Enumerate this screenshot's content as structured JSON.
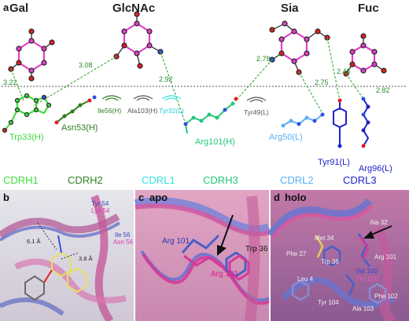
{
  "panel_a": {
    "letter": "a",
    "sugars": [
      "Gal",
      "GlcNAc",
      "Sia",
      "Fuc"
    ],
    "distances": [
      "3.22",
      "3.08",
      "2.92",
      "2.78",
      "2.75",
      "2.45",
      "2.82"
    ],
    "residues": {
      "trp33": "Trp33(H)",
      "asn53": "Asn53(H)",
      "ile56": "Ile56(H)",
      "ala103": "Ala103(H)",
      "tyr32": "Tyr32(L)",
      "arg101": "Arg101(H)",
      "tyr49": "Tyr49(L)",
      "arg50": "Arg50(L)",
      "tyr91": "Tyr91(L)",
      "arg96": "Arg96(L)"
    },
    "legend": [
      "CDRH1",
      "CDRH2",
      "CDRL1",
      "CDRH3",
      "CDRL2",
      "CDRL3"
    ]
  },
  "panel_b": {
    "letter": "b",
    "labels": [
      "Tyr 54",
      "Lys 54",
      "Ile 56",
      "Asn 56",
      "6.1 Å",
      "3.8 Å"
    ]
  },
  "panel_c": {
    "letter": "c",
    "title": "apo",
    "labels": [
      "Arg 101",
      "Arg 101",
      "Trp 36"
    ]
  },
  "panel_d": {
    "letter": "d",
    "title": "holo",
    "labels": [
      "Ala 32",
      "Met 34",
      "Phe 27",
      "Trp 36",
      "Arg 101",
      "Leu 4",
      "Val 100",
      "Thr 100",
      "Tyr 104",
      "Phe 102",
      "Ala 103"
    ]
  },
  "colors": {
    "cdrh1": "#3ddc3d",
    "cdrh2": "#2e7d1e",
    "cdrl1": "#35e0e0",
    "cdrh3": "#22c87a",
    "cdrl2": "#5bb0f2",
    "cdrl3": "#1e22c8",
    "sugar_magenta": "#e040c8",
    "apo_magenta": "#d4308f",
    "holo_blue": "#4a5fc8"
  }
}
